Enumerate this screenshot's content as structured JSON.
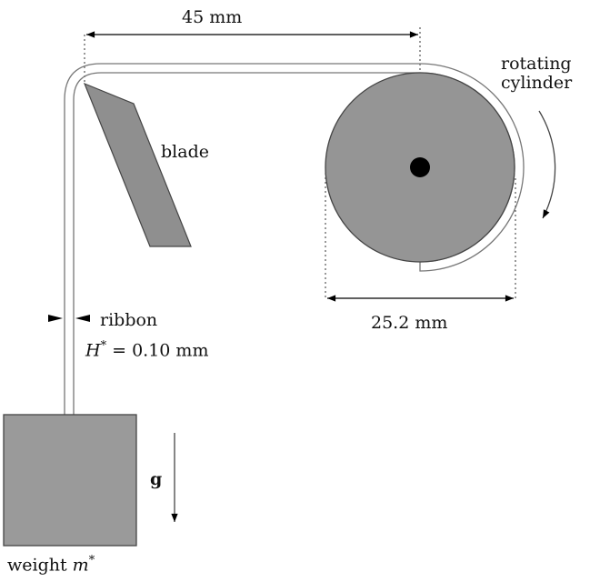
{
  "figure": {
    "labels": {
      "width_dimension": "45 mm",
      "cylinder_label_line1": "rotating",
      "cylinder_label_line2": "cylinder",
      "blade_label": "blade",
      "diameter_dimension": "25.2 mm",
      "ribbon_label": "ribbon",
      "thickness_symbol": "H",
      "thickness_sup": "*",
      "thickness_value": "= 0.10 mm",
      "gravity_label": "g",
      "weight_label": "weight",
      "mass_symbol": "m",
      "mass_sup": "*"
    },
    "colors": {
      "fill_gray": "#9a9a9a",
      "outline": "#444444",
      "axle": "#000000",
      "background": "#ffffff"
    }
  }
}
